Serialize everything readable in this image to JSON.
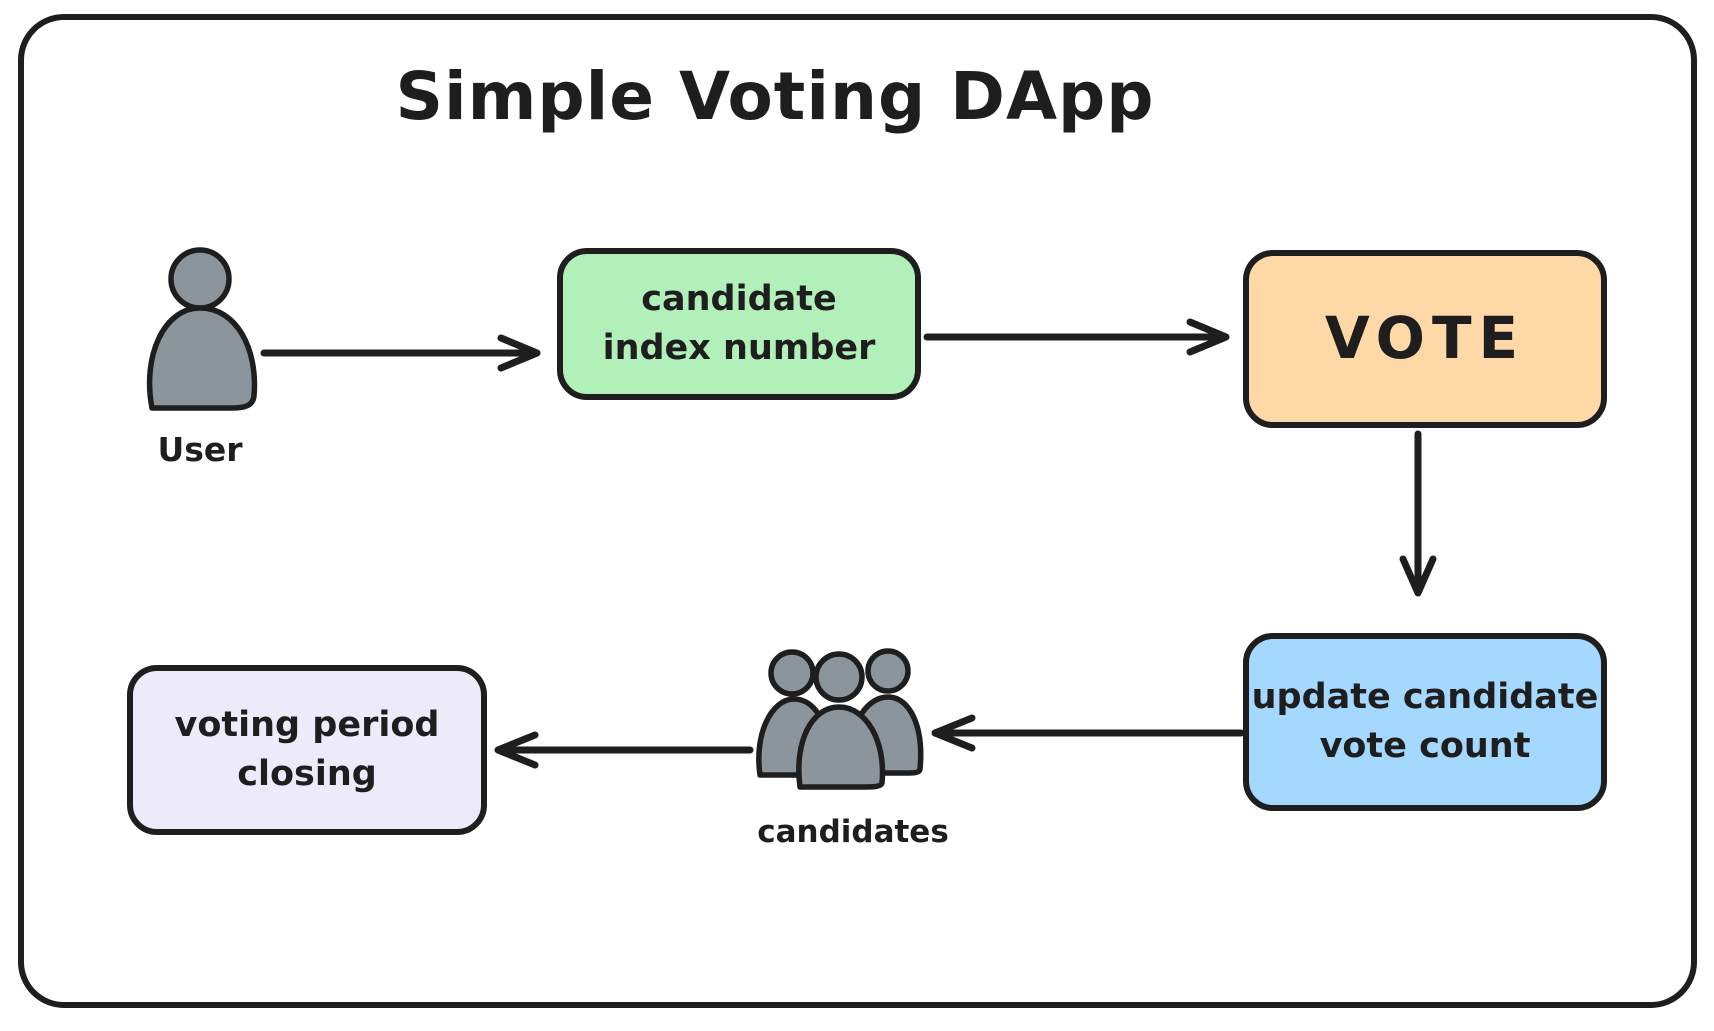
{
  "diagram": {
    "title": "Simple Voting DApp",
    "nodes": {
      "candidate_index": {
        "label": "candidate\nindex number",
        "fill": "#b2f0ba"
      },
      "vote": {
        "label": "VOTE",
        "fill": "#ffd8a8"
      },
      "update_count": {
        "label": "update candidate\nvote count",
        "fill": "#a5d8ff"
      },
      "voting_period": {
        "label": "voting period\nclosing",
        "fill": "#edebfa"
      }
    },
    "actors": {
      "user": {
        "label": "User",
        "icon": "user-icon"
      },
      "candidates": {
        "label": "candidates",
        "icon": "candidates-icon"
      }
    },
    "edges": [
      {
        "from": "user",
        "to": "candidate-index-number",
        "direction": "right"
      },
      {
        "from": "candidate-index-number",
        "to": "vote",
        "direction": "right"
      },
      {
        "from": "vote",
        "to": "update-candidate-vote-count",
        "direction": "down"
      },
      {
        "from": "update-candidate-vote-count",
        "to": "candidates",
        "direction": "left"
      },
      {
        "from": "candidates",
        "to": "voting-period-closing",
        "direction": "left"
      }
    ],
    "colors": {
      "stroke": "#1e1e1e",
      "person_fill": "#8d959c",
      "background": "#ffffff"
    }
  }
}
